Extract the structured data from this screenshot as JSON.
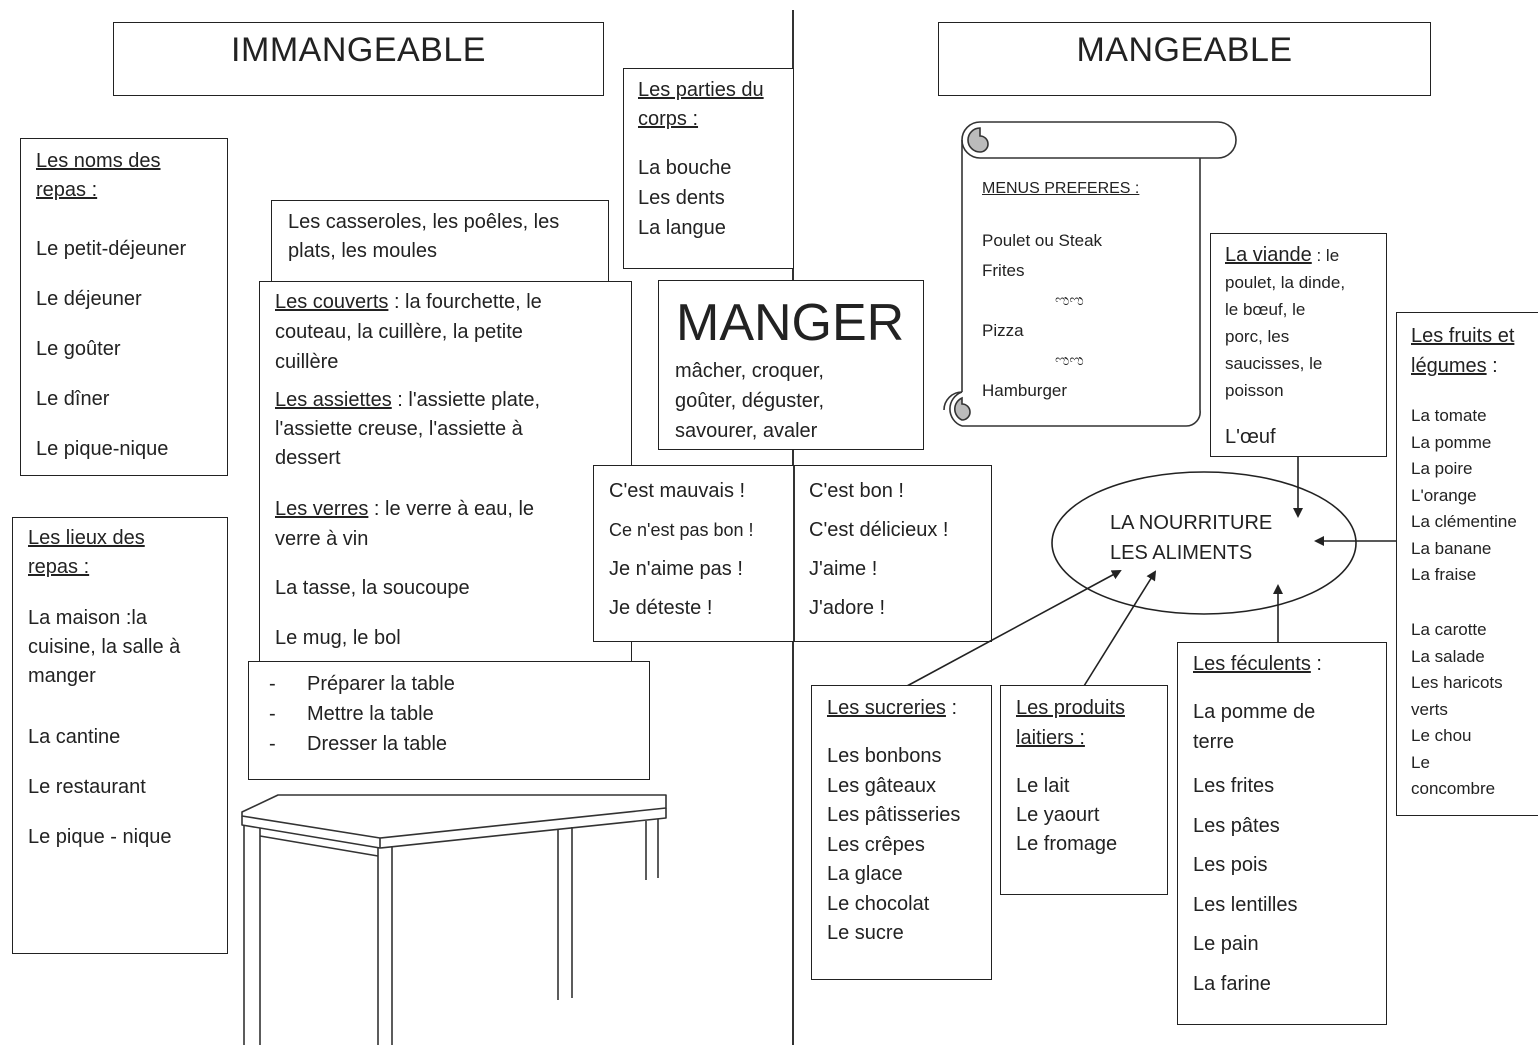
{
  "immangeable_title": "IMMANGEABLE",
  "mangeable_title": "MANGEABLE",
  "center": {
    "title": "MANGER",
    "synonyms": [
      "mâcher, croquer,",
      "goûter, déguster,",
      "savourer, avaler"
    ]
  },
  "body_parts": {
    "heading_1": "Les parties du",
    "heading_2": "corps :",
    "items": [
      "La bouche",
      "Les dents",
      "La langue"
    ]
  },
  "repas_names": {
    "heading_1": "Les noms des",
    "heading_2": "repas :",
    "items": [
      "Le petit-déjeuner",
      "Le déjeuner",
      "Le goûter",
      "Le dîner",
      "Le pique-nique"
    ]
  },
  "repas_lieux": {
    "heading_1": "Les lieux des",
    "heading_2": "repas :",
    "maison": [
      "La maison :la",
      "cuisine, la salle à",
      "manger"
    ],
    "items": [
      "La cantine",
      "Le restaurant",
      "Le pique - nique"
    ]
  },
  "casseroles": [
    "Les casseroles, les poêles, les",
    "plats, les moules"
  ],
  "couverts": {
    "couverts_label": "Les couverts",
    "couverts_line1": " : la fourchette, le",
    "couverts_rest": [
      "couteau, la cuillère, la petite",
      "cuillère"
    ],
    "assiettes_label": "Les assiettes",
    "assiettes_line1": " : l'assiette plate,",
    "assiettes_rest": [
      "l'assiette creuse, l'assiette à",
      "dessert"
    ],
    "verres_label": "Les verres",
    "verres_line1": " : le verre à eau, le",
    "verres_rest": [
      "verre à vin"
    ],
    "tasse": "La tasse, la soucoupe",
    "mug": "Le mug, le bol"
  },
  "table_actions": [
    "Préparer la table",
    "Mettre la table",
    "Dresser la table"
  ],
  "table_bullet": "-",
  "negative": [
    "C'est mauvais !",
    "Ce n'est pas bon !",
    "Je n'aime pas !",
    "Je déteste !"
  ],
  "positive": [
    "C'est bon !",
    "C'est délicieux !",
    "J'aime !",
    "J'adore !"
  ],
  "menus": {
    "heading": "MENUS PREFERES :",
    "item1": "Poulet ou Steak",
    "item2": "Frites",
    "item3": "Pizza",
    "item4": "Hamburger",
    "ornament": "ಌಌ"
  },
  "viande": {
    "label": "La viande",
    "line1": " : le",
    "rest": [
      "poulet, la dinde,",
      "le bœuf, le",
      "porc, les",
      "saucisses, le",
      "poisson"
    ],
    "oeuf": "L'œuf"
  },
  "nourriture": [
    "LA NOURRITURE",
    "LES ALIMENTS"
  ],
  "fruits": {
    "heading_1": "Les fruits et",
    "heading_2": "légumes",
    "heading_colon": " :",
    "fruits": [
      "La tomate",
      "La pomme",
      "La poire",
      "L'orange",
      "La clémentine",
      "La banane",
      "La fraise"
    ],
    "legumes": [
      "La carotte",
      "La salade",
      "Les haricots",
      "verts",
      "Le chou",
      "Le",
      "concombre"
    ]
  },
  "sucreries": {
    "heading": "Les sucreries",
    "heading_colon": " :",
    "items": [
      "Les bonbons",
      "Les gâteaux",
      "Les pâtisseries",
      "Les crêpes",
      "La glace",
      "Le chocolat",
      "Le sucre"
    ]
  },
  "laitiers": {
    "heading_1": "Les produits",
    "heading_2": "laitiers :",
    "items": [
      "Le lait",
      "Le yaourt",
      "Le fromage"
    ]
  },
  "feculents": {
    "heading": "Les féculents",
    "heading_colon": " :",
    "items": [
      "La pomme de",
      "terre",
      "Les frites",
      "Les pâtes",
      "Les pois",
      "Les lentilles",
      "Le pain",
      "La farine"
    ]
  }
}
